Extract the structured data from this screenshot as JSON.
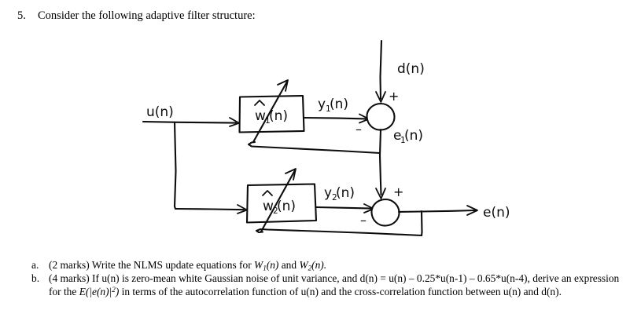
{
  "question": {
    "number": "5.",
    "prompt": "Consider the following adaptive filter structure:"
  },
  "diagram": {
    "title": "adaptive-filter-block-diagram",
    "input_label": "u(n)",
    "desired_label": "d(n)",
    "filter1_label": "w",
    "filter1_sub": "1",
    "filter1_arg": "(n)",
    "filter2_label": "w",
    "filter2_sub": "2",
    "filter2_arg": "(n)",
    "output1_label": "y",
    "output1_sub": "1",
    "output1_arg": "(n)",
    "output2_label": "y",
    "output2_sub": "2",
    "output2_arg": "(n)",
    "error1_label": "e",
    "error1_sub": "1",
    "error1_arg": "(n)",
    "error_final_label": "e(n)",
    "sign_plus_1": "+",
    "sign_minus_1": "–",
    "sign_plus_2": "+",
    "sign_minus_2": "–"
  },
  "subquestions": [
    {
      "marker": "a.",
      "marks": "(2 marks)",
      "text_before": "Write the NLMS update equations for",
      "sym1": "W",
      "sym1_sub": "1",
      "sym1_arg": "(n)",
      "conj": "and",
      "sym2": "W",
      "sym2_sub": "2",
      "sym2_arg": "(n).",
      "full_text": "(2 marks) Write the NLMS update equations for Ŵ₁(n) and Ŵ₂(n)."
    },
    {
      "marker": "b.",
      "marks": "(4 marks)",
      "line1_a": "If u(n) is zero-mean white Gaussian noise of unit variance, and d(n) = u(n) – 0.25*u(n-1) – 0.65*u(n-4),",
      "line2_a": "derive an expression for the",
      "line2_math_E": "E",
      "line2_math_body": "(|e(n)|",
      "line2_math_exp": "2",
      "line2_math_close": ")",
      "line2_b": "in terms of the autocorrelation function of u(n) and the cross-correlation",
      "line3": "function between u(n) and d(n).",
      "full_text": "(4 marks) If u(n) is zero-mean white Gaussian noise of unit variance, and d(n) = u(n) – 0.25*u(n-1) – 0.65*u(n-4), derive an expression for the E(|e(n)|²) in terms of the autocorrelation function of u(n) and the cross-correlation function between u(n) and d(n)."
    }
  ]
}
